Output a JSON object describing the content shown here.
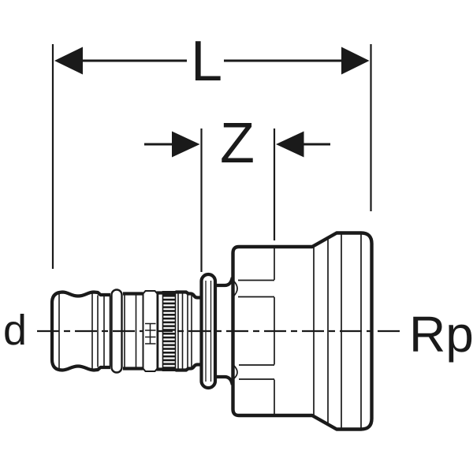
{
  "drawing": {
    "kind": "technical dimension drawing of a press-fit pipe adapter",
    "labels": {
      "length": "L",
      "offset": "Z",
      "left_port": "d",
      "right_port": "Rp"
    },
    "colors": {
      "line": "#1a1a1a",
      "background": "#ffffff"
    }
  }
}
